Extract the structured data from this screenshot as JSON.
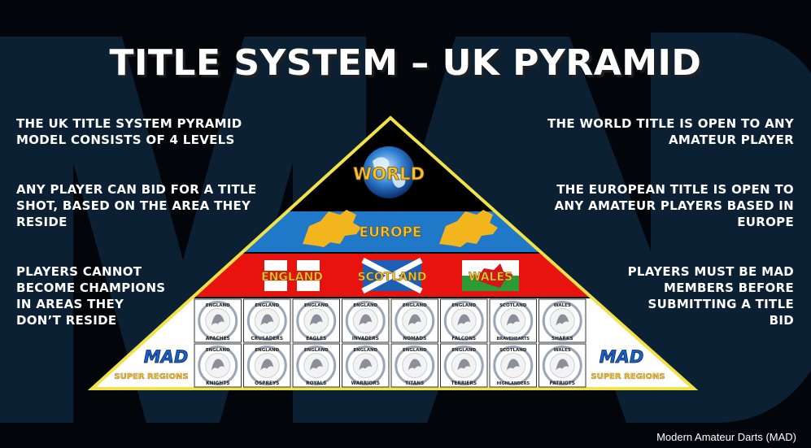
{
  "slide": {
    "title": "TITLE SYSTEM – UK PYRAMID",
    "left_paragraphs": [
      "THE UK TITLE SYSTEM PYRAMID\nMODEL CONSISTS OF 4 LEVELS",
      "ANY PLAYER CAN BID FOR A TITLE\nSHOT, BASED ON THE AREA THEY\nRESIDE",
      "PLAYERS CANNOT\nBECOME CHAMPIONS\nIN AREAS THEY\nDON’T RESIDE"
    ],
    "right_paragraphs": [
      "THE WORLD TITLE IS OPEN TO ANY\nAMATEUR PLAYER",
      "THE EUROPEAN TITLE IS OPEN TO\nANY AMATEUR PLAYERS BASED IN\nEUROPE",
      "PLAYERS MUST BE MAD\nMEMBERS BEFORE\nSUBMITTING A TITLE\nBID"
    ],
    "credit": "Modern Amateur Darts (MAD)"
  },
  "pyramid": {
    "world_label": "WORLD",
    "europe_label": "EUROPE",
    "nations": [
      "ENGLAND",
      "SCOTLAND",
      "WALES"
    ],
    "mad_logo_text": "MAD",
    "super_regions_label": "SUPER REGIONS",
    "badges_row1": [
      {
        "region": "ENGLAND",
        "name": "APACHES"
      },
      {
        "region": "ENGLAND",
        "name": "CRUSADERS"
      },
      {
        "region": "ENGLAND",
        "name": "EAGLES"
      },
      {
        "region": "ENGLAND",
        "name": "INVADERS"
      },
      {
        "region": "ENGLAND",
        "name": "NOMADS"
      },
      {
        "region": "ENGLAND",
        "name": "FALCONS"
      },
      {
        "region": "SCOTLAND",
        "name": "BRAVEHEARTS"
      },
      {
        "region": "WALES",
        "name": "SHARKS"
      }
    ],
    "badges_row2": [
      {
        "region": "ENGLAND",
        "name": "KNIGHTS"
      },
      {
        "region": "ENGLAND",
        "name": "OSPREYS"
      },
      {
        "region": "ENGLAND",
        "name": "ROYALS"
      },
      {
        "region": "ENGLAND",
        "name": "WARRIORS"
      },
      {
        "region": "ENGLAND",
        "name": "TITANS"
      },
      {
        "region": "ENGLAND",
        "name": "TERRIERS"
      },
      {
        "region": "SCOTLAND",
        "name": "HIGHLANDERS"
      },
      {
        "region": "WALES",
        "name": "PATRIOTS"
      }
    ]
  },
  "colors": {
    "background": "#020509",
    "watermark": "#0d2236",
    "europe_band": "#1f78c8",
    "nations_band": "#e8120e",
    "pyramid_border": "#f1e24a",
    "label_gold": "#f2c230",
    "badge_ring": "#9aa7b8"
  }
}
